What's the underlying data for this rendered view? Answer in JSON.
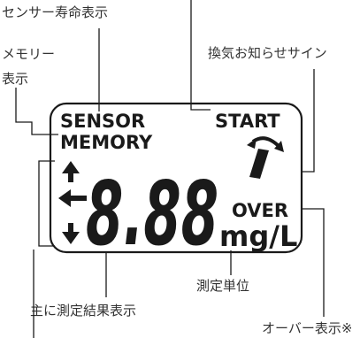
{
  "captions": {
    "sensor_life": "センサー寿命表示",
    "memory_line1": "メモリー",
    "memory_line2": "表示",
    "ventilation": "換気お知らせサイン",
    "main_result": "主に測定結果表示",
    "unit": "測定単位",
    "over": "オーバー表示※"
  },
  "lcd": {
    "sensor": "SENSOR",
    "start": "START",
    "memory": "MEMORY",
    "digits": "8.88",
    "over": "OVER",
    "unit": "mg/L"
  },
  "icons": [
    "arrow-up-icon",
    "arrow-left-icon",
    "arrow-down-icon",
    "ventilation-tube-icon",
    "curved-arrow-icon"
  ],
  "colors": {
    "ink": "#1a1a1a",
    "caption": "#333333",
    "background": "#ffffff"
  }
}
